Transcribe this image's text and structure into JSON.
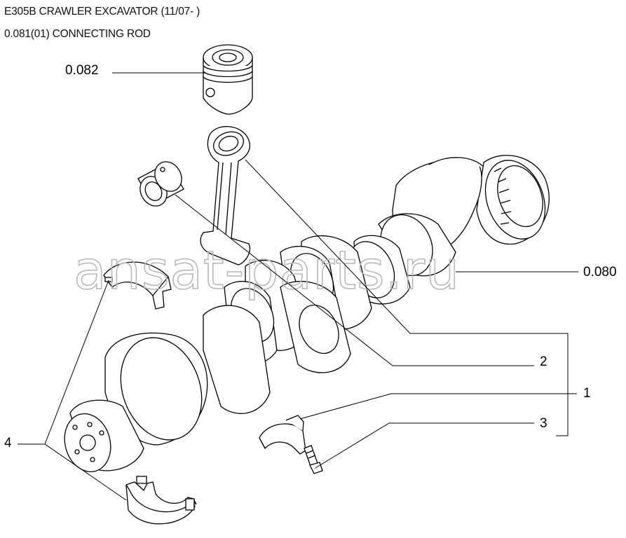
{
  "header": {
    "title": "E305B CRAWLER EXCAVATOR (11/07- )",
    "subtitle": "0.081(01) CONNECTING ROD"
  },
  "callouts": {
    "piston": "0.082",
    "crankshaft": "0.080",
    "small_end_bushing": "2",
    "connecting_rod": "1",
    "rod_bolt": "3",
    "bearing_shells": "4"
  },
  "watermark": "ansat-parts.ru"
}
